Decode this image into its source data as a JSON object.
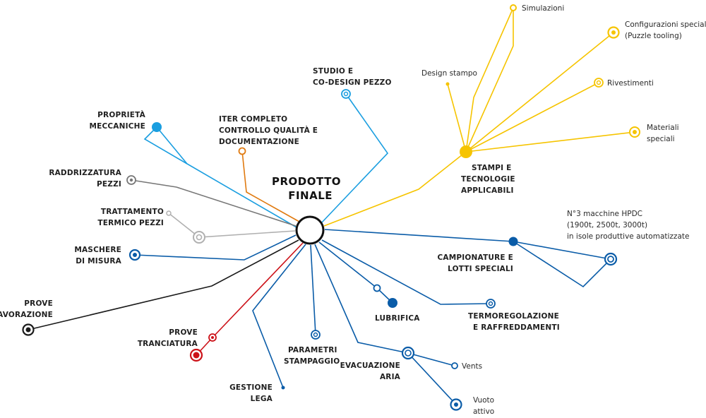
{
  "colors": {
    "blue_dark": "#0a5ca8",
    "blue_light": "#1a9ee0",
    "yellow": "#f6c400",
    "orange": "#e07a10",
    "gray_dark": "#777777",
    "gray_light": "#b0b0b0",
    "red": "#cc1118",
    "black": "#1a1a1a"
  },
  "center": {
    "label_line1": "PRODOTTO",
    "label_line2": "FINALE"
  },
  "nodes": {
    "studio": {
      "line1": "STUDIO E",
      "line2": "CO-DESIGN PEZZO"
    },
    "proprieta": {
      "line1": "PROPRIETÀ",
      "line2": "MECCANICHE"
    },
    "iter": {
      "line1": "ITER COMPLETO",
      "line2": "CONTROLLO QUALITÀ E",
      "line3": "DOCUMENTAZIONE"
    },
    "raddrizzatura": {
      "line1": "RADDRIZZATURA",
      "line2": "PEZZI"
    },
    "trattamento": {
      "line1": "TRATTAMENTO",
      "line2": "TERMICO PEZZI"
    },
    "maschere": {
      "line1": "MASCHERE",
      "line2": "DI MISURA"
    },
    "prove_lav": {
      "line1": "PROVE",
      "line2": "LAVORAZIONE"
    },
    "prove_tran": {
      "line1": "PROVE",
      "line2": "TRANCIATURA"
    },
    "gestione": {
      "line1": "GESTIONE",
      "line2": "LEGA"
    },
    "parametri": {
      "line1": "PARAMETRI",
      "line2": "STAMPAGGIO"
    },
    "evacuazione": {
      "line1": "EVACUAZIONE",
      "line2": "ARIA"
    },
    "vents": {
      "line1": "Vents"
    },
    "vuoto": {
      "line1": "Vuoto",
      "line2": "attivo"
    },
    "lubrifica": {
      "line1": "LUBRIFICA"
    },
    "termoregolazione": {
      "line1": "TERMOREGOLAZIONE",
      "line2": "E RAFFREDDAMENTI"
    },
    "campionature": {
      "line1": "CAMPIONATURE E",
      "line2": "LOTTI SPECIALI"
    },
    "hpdc": {
      "line1": "N°3 macchine HPDC",
      "line2": "(1900t, 2500t, 3000t)",
      "line3": "in isole produttive automatizzate"
    },
    "stampi": {
      "line1": "STAMPI E",
      "line2": "TECNOLOGIE",
      "line3": "APPLICABILI"
    },
    "design_stampo": {
      "line1": "Design stampo"
    },
    "simulazioni": {
      "line1": "Simulazioni"
    },
    "configurazioni": {
      "line1": "Configurazioni speciali",
      "line2": "(Puzzle tooling)"
    },
    "rivestimenti": {
      "line1": "Rivestimenti"
    },
    "materiali": {
      "line1": "Materiali",
      "line2": "speciali"
    }
  }
}
